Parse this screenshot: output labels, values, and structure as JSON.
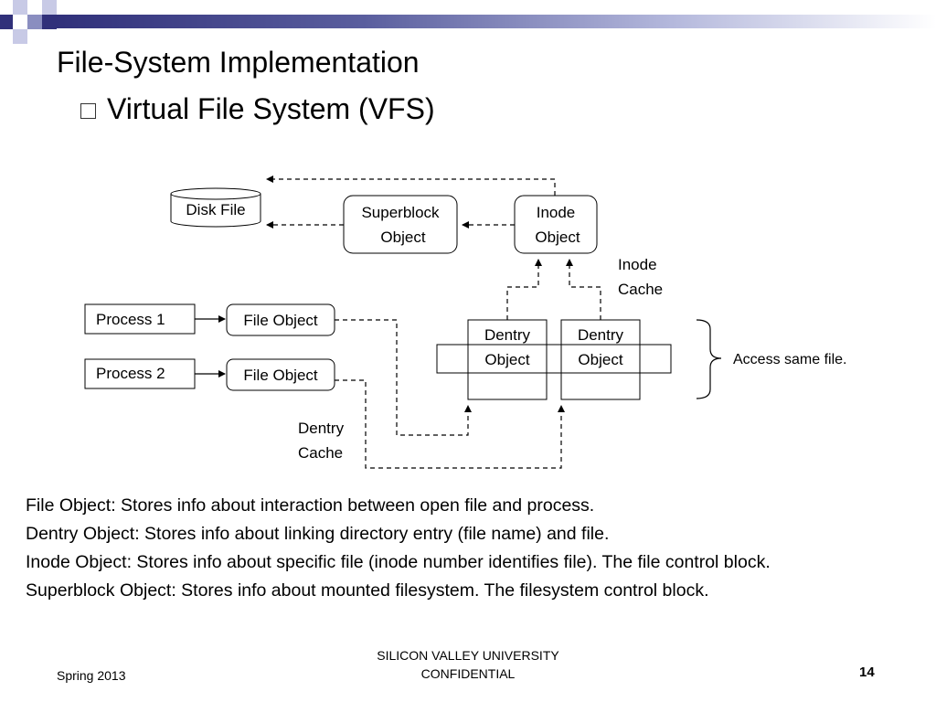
{
  "header": {
    "title": "File-System Implementation",
    "bullet": "Virtual File System (VFS)"
  },
  "diagram": {
    "disk_file": "Disk File",
    "superblock": [
      "Superblock",
      "Object"
    ],
    "inode_object": [
      "Inode",
      "Object"
    ],
    "inode_cache": [
      "Inode",
      "Cache"
    ],
    "process1": "Process 1",
    "process2": "Process 2",
    "file_object1": "File Object",
    "file_object2": "File Object",
    "dentry1": [
      "Dentry",
      "Object"
    ],
    "dentry2": [
      "Dentry",
      "Object"
    ],
    "dentry_cache": [
      "Dentry",
      "Cache"
    ],
    "access_note": "Access same file."
  },
  "descriptions": [
    "File Object: Stores info about interaction between open file and process.",
    "Dentry Object: Stores info about linking directory entry (file name) and file.",
    "Inode Object: Stores info about specific file (inode number identifies file). The file control block.",
    "Superblock Object: Stores info about mounted filesystem. The filesystem control block."
  ],
  "footer": {
    "left": "Spring 2013",
    "center_line1": "SILICON VALLEY UNIVERSITY",
    "center_line2": "CONFIDENTIAL",
    "page_number": "14"
  },
  "colors": {
    "deco_dark": "#30307a",
    "deco_mid": "#8a8ec0",
    "deco_light": "#c8cae6"
  }
}
